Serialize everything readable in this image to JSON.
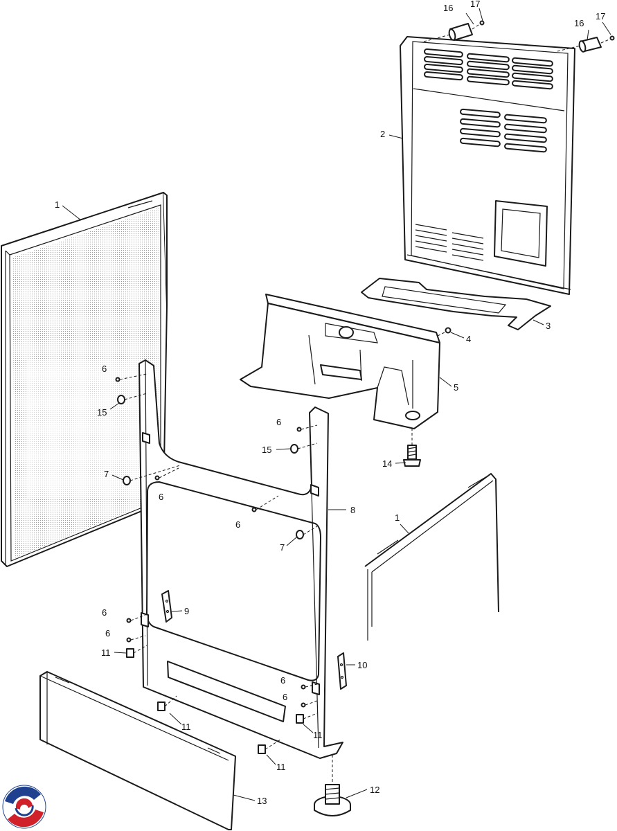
{
  "callouts": {
    "c1a": "1",
    "c1b": "1",
    "c2": "2",
    "c3": "3",
    "c4": "4",
    "c5": "5",
    "c6a": "6",
    "c6b": "6",
    "c6c": "6",
    "c6d": "6",
    "c6e": "6",
    "c6f": "6",
    "c6g": "6",
    "c6h": "6",
    "c7a": "7",
    "c7b": "7",
    "c8": "8",
    "c9": "9",
    "c10": "10",
    "c11a": "11",
    "c11b": "11",
    "c11c": "11",
    "c11d": "11",
    "c12": "12",
    "c13": "13",
    "c14": "14",
    "c15a": "15",
    "c15b": "15",
    "c16a": "16",
    "c16b": "16",
    "c17a": "17",
    "c17b": "17"
  },
  "logo": {
    "icon": "brand-swirl-logo-icon",
    "colors": {
      "blue": "#1f3f8f",
      "red": "#d0202a"
    }
  }
}
